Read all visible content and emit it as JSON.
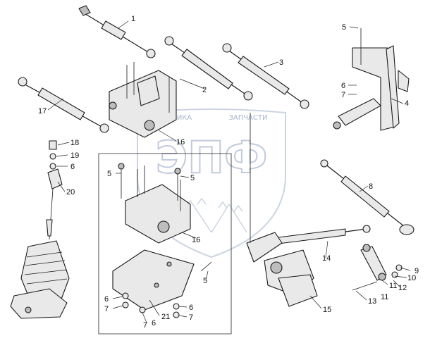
{
  "watermark": {
    "logo_text": "ЭПФ",
    "caption_left": "ТЕХНИКА",
    "caption_right": "ЗАПЧАСТИ",
    "color": "#b7c2d6"
  },
  "callouts": {
    "c1": "1",
    "c2": "2",
    "c3": "3",
    "c4": "4",
    "c5_top": "5",
    "c6_right": "6",
    "c7_right": "7",
    "c8": "8",
    "c9": "9",
    "c10": "10",
    "c11a": "11",
    "c11b": "11",
    "c12": "12",
    "c13": "13",
    "c14": "14",
    "c15": "15",
    "c16_top": "16",
    "c16_inset": "16",
    "c17": "17",
    "c18": "18",
    "c19": "19",
    "c6_left": "6",
    "c20": "20",
    "c5_inset_left": "5",
    "c5_inset_right": "5",
    "c5_inset_bottom": "5",
    "c6_bl": "6",
    "c7_bl": "7",
    "c6_bc": "6",
    "c7_bc": "7",
    "c6_br": "6",
    "c7_br": "7",
    "c21": "21"
  }
}
